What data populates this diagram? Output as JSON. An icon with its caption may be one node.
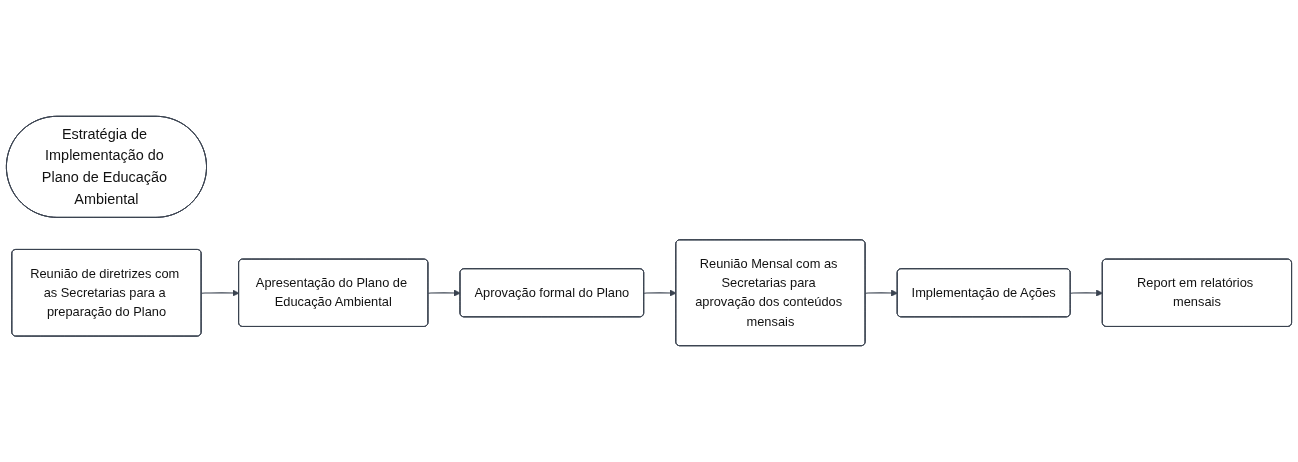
{
  "diagram": {
    "nodes": [
      {
        "text": [
          "Estratégia de Implementação do Plano de Educação Ambiental"
        ]
      },
      {
        "text": [
          "Reunião de diretrizes com as Secretarias para a preparação do Plano"
        ]
      },
      {
        "text": [
          "Apresentação do Plano de Educação Ambiental"
        ]
      },
      {
        "text": [
          "Aprovação formal do Plano"
        ]
      },
      {
        "text": [
          "Reunião Mensal com as Secretarias para aprovação dos conteúdos mensais"
        ]
      },
      {
        "text": [
          "Implementação de Ações"
        ]
      },
      {
        "text": [
          "Report em relatórios mensais"
        ]
      }
    ],
    "edges": [
      {
        "from": 1,
        "to": 2,
        "arrow": "to"
      },
      {
        "from": 2,
        "to": 3,
        "arrow": "to"
      },
      {
        "from": 3,
        "to": 4,
        "arrow": "to"
      },
      {
        "from": 4,
        "to": 5,
        "arrow": "to"
      },
      {
        "from": 5,
        "to": 6,
        "arrow": "to"
      }
    ]
  }
}
